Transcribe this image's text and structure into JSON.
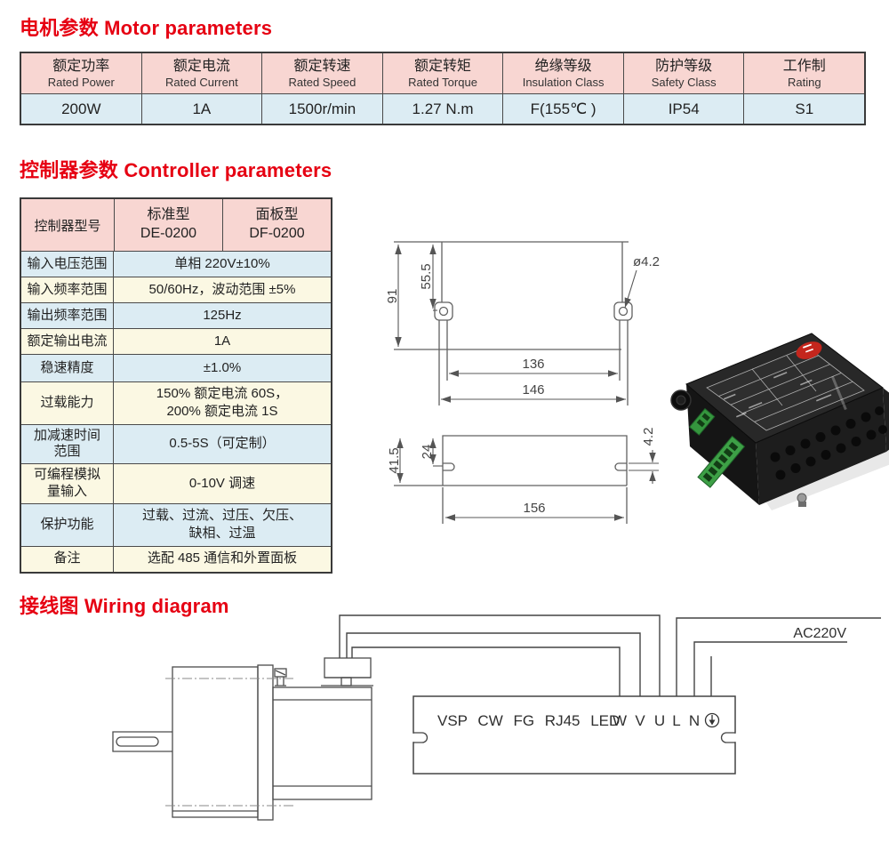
{
  "colors": {
    "accent_red": "#e60012",
    "header_pink": "#f8d6d2",
    "row_blue": "#dcecf3",
    "row_cream": "#fbf8e3",
    "table_border": "#3a3a3a"
  },
  "motor": {
    "title": "电机参数 Motor parameters",
    "columns": [
      {
        "zh": "额定功率",
        "en": "Rated Power",
        "value": "200W"
      },
      {
        "zh": "额定电流",
        "en": "Rated Current",
        "value": "1A"
      },
      {
        "zh": "额定转速",
        "en": "Rated Speed",
        "value": "1500r/min"
      },
      {
        "zh": "额定转矩",
        "en": "Rated Torque",
        "value": "1.27 N.m"
      },
      {
        "zh": "绝缘等级",
        "en": "Insulation Class",
        "value": "F(155℃ )"
      },
      {
        "zh": "防护等级",
        "en": "Safety Class",
        "value": "IP54"
      },
      {
        "zh": "工作制",
        "en": "Rating",
        "value": "S1"
      }
    ]
  },
  "controller": {
    "title": "控制器参数 Controller parameters",
    "header": {
      "model_col": "控制器型号",
      "standard": "标准型\nDE-0200",
      "panel": "面板型\nDF-0200"
    },
    "rows": [
      {
        "label": "输入电压范围",
        "value": "单相 220V±10%"
      },
      {
        "label": "输入频率范围",
        "value": "50/60Hz，波动范围 ±5%"
      },
      {
        "label": "输出频率范围",
        "value": "125Hz"
      },
      {
        "label": "额定输出电流",
        "value": "1A"
      },
      {
        "label": "稳速精度",
        "value": "±1.0%"
      },
      {
        "label": "过载能力",
        "value": "150% 额定电流 60S，\n200% 额定电流 1S"
      },
      {
        "label": "加减速时间\n范围",
        "value": "0.5-5S（可定制）"
      },
      {
        "label": "可编程模拟\n量输入",
        "value": "0-10V 调速"
      },
      {
        "label": "保护功能",
        "value": "过载、过流、过压、欠压、\n缺相、过温"
      },
      {
        "label": "备注",
        "value": "选配 485 通信和外置面板"
      }
    ]
  },
  "drawings": {
    "top_view": {
      "height": "91",
      "hole_offset": "55.5",
      "hole_dia": "ø4.2",
      "inner_width": "136",
      "outer_width": "146"
    },
    "side_view": {
      "height": "41.5",
      "slot_offset": "24",
      "slot_height": "4.2",
      "width": "156"
    }
  },
  "wiring": {
    "title": "接线图 Wiring diagram",
    "io_labels": "VSP CW FG RJ45 LED",
    "w": "W",
    "v": "V",
    "u": "U",
    "l": "L",
    "n": "N",
    "power": "AC220V"
  }
}
